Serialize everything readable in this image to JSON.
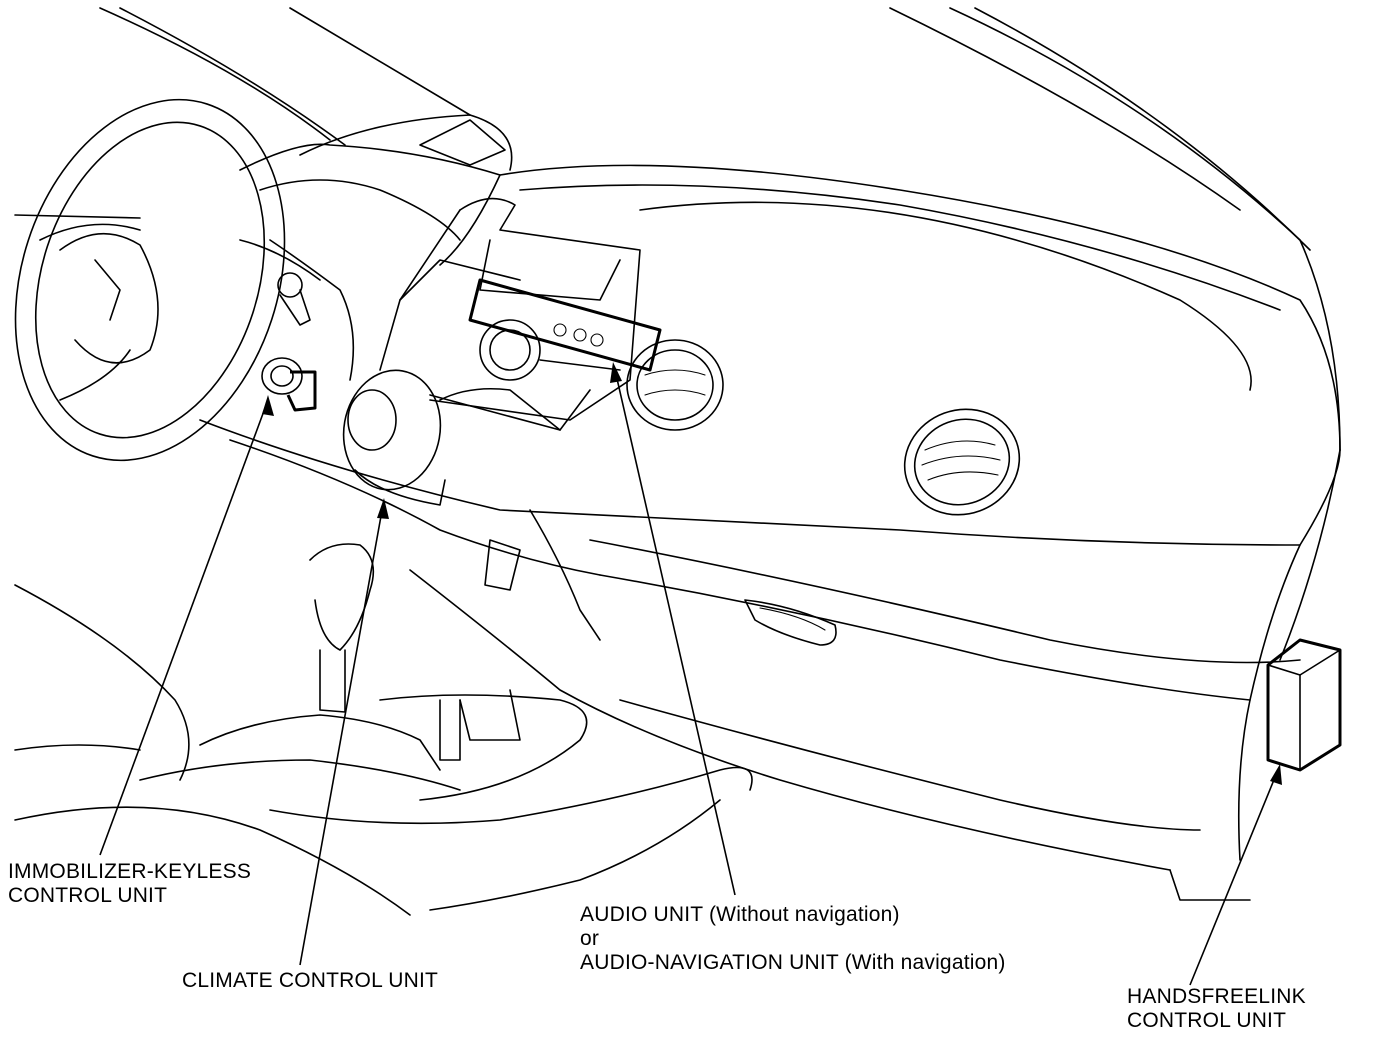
{
  "labels": {
    "immobilizer": [
      "IMMOBILIZER-KEYLESS",
      "CONTROL UNIT"
    ],
    "climate": "CLIMATE CONTROL UNIT",
    "audio": [
      "AUDIO UNIT (Without navigation)",
      "or",
      "AUDIO-NAVIGATION UNIT (With navigation)"
    ],
    "handsfree": [
      "HANDSFREELINK",
      "CONTROL UNIT"
    ]
  }
}
